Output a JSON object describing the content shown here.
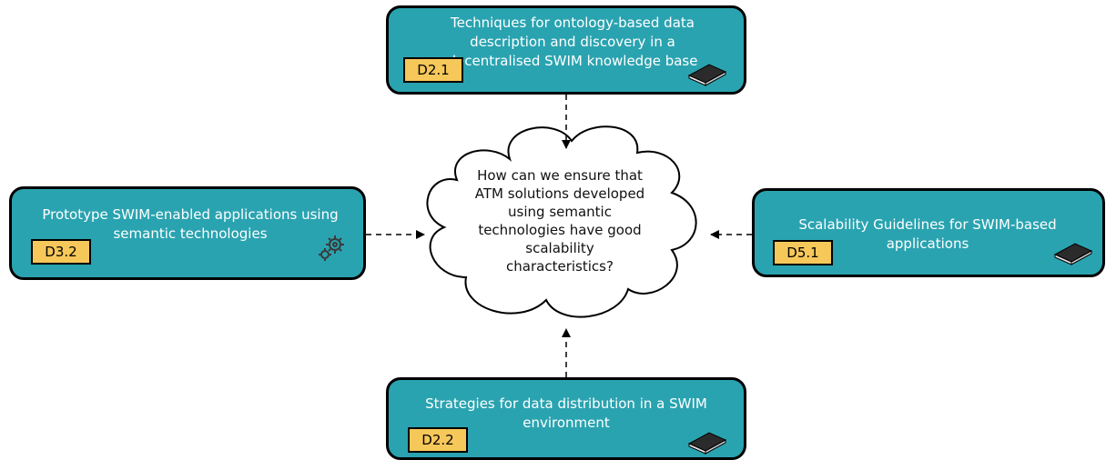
{
  "question": "How can we ensure that ATM solutions developed using semantic technologies have good scalability characteristics?",
  "deliverables": {
    "top": {
      "id": "D2.1",
      "title": "Techniques for ontology-based data description  and discovery in a decentralised SWIM knowledge base",
      "icon": "book-icon"
    },
    "left": {
      "id": "D3.2",
      "title": "Prototype  SWIM-enabled applications using semantic technologies",
      "icon": "gears-icon"
    },
    "right": {
      "id": "D5.1",
      "title": "Scalability Guidelines for SWIM-based applications",
      "icon": "book-icon"
    },
    "bottom": {
      "id": "D2.2",
      "title": "Strategies for data distribution  in a SWIM environment",
      "icon": "book-icon"
    }
  },
  "colors": {
    "box": "#2aa3b0",
    "label": "#f6c85a"
  }
}
